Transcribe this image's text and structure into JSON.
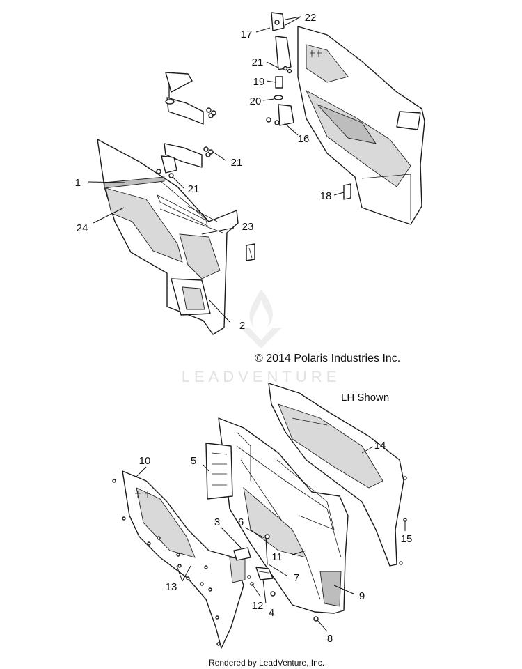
{
  "watermark": {
    "brand": "LEADVENTURE"
  },
  "copyright": "© 2014 Polaris Industries Inc.",
  "view_note": "LH Shown",
  "footer": "Rendered by LeadVenture, Inc.",
  "callouts": {
    "c1": "1",
    "c2": "2",
    "c3": "3",
    "c4": "4",
    "c5": "5",
    "c6": "6",
    "c7": "7",
    "c8": "8",
    "c9": "9",
    "c10": "10",
    "c11": "11",
    "c12": "12",
    "c13": "13",
    "c14": "14",
    "c15": "15",
    "c16": "16",
    "c17": "17",
    "c18": "18",
    "c19": "19",
    "c20": "20",
    "c21a": "21",
    "c21b": "21",
    "c21c": "21",
    "c22": "22",
    "c23": "23",
    "c24": "24"
  }
}
